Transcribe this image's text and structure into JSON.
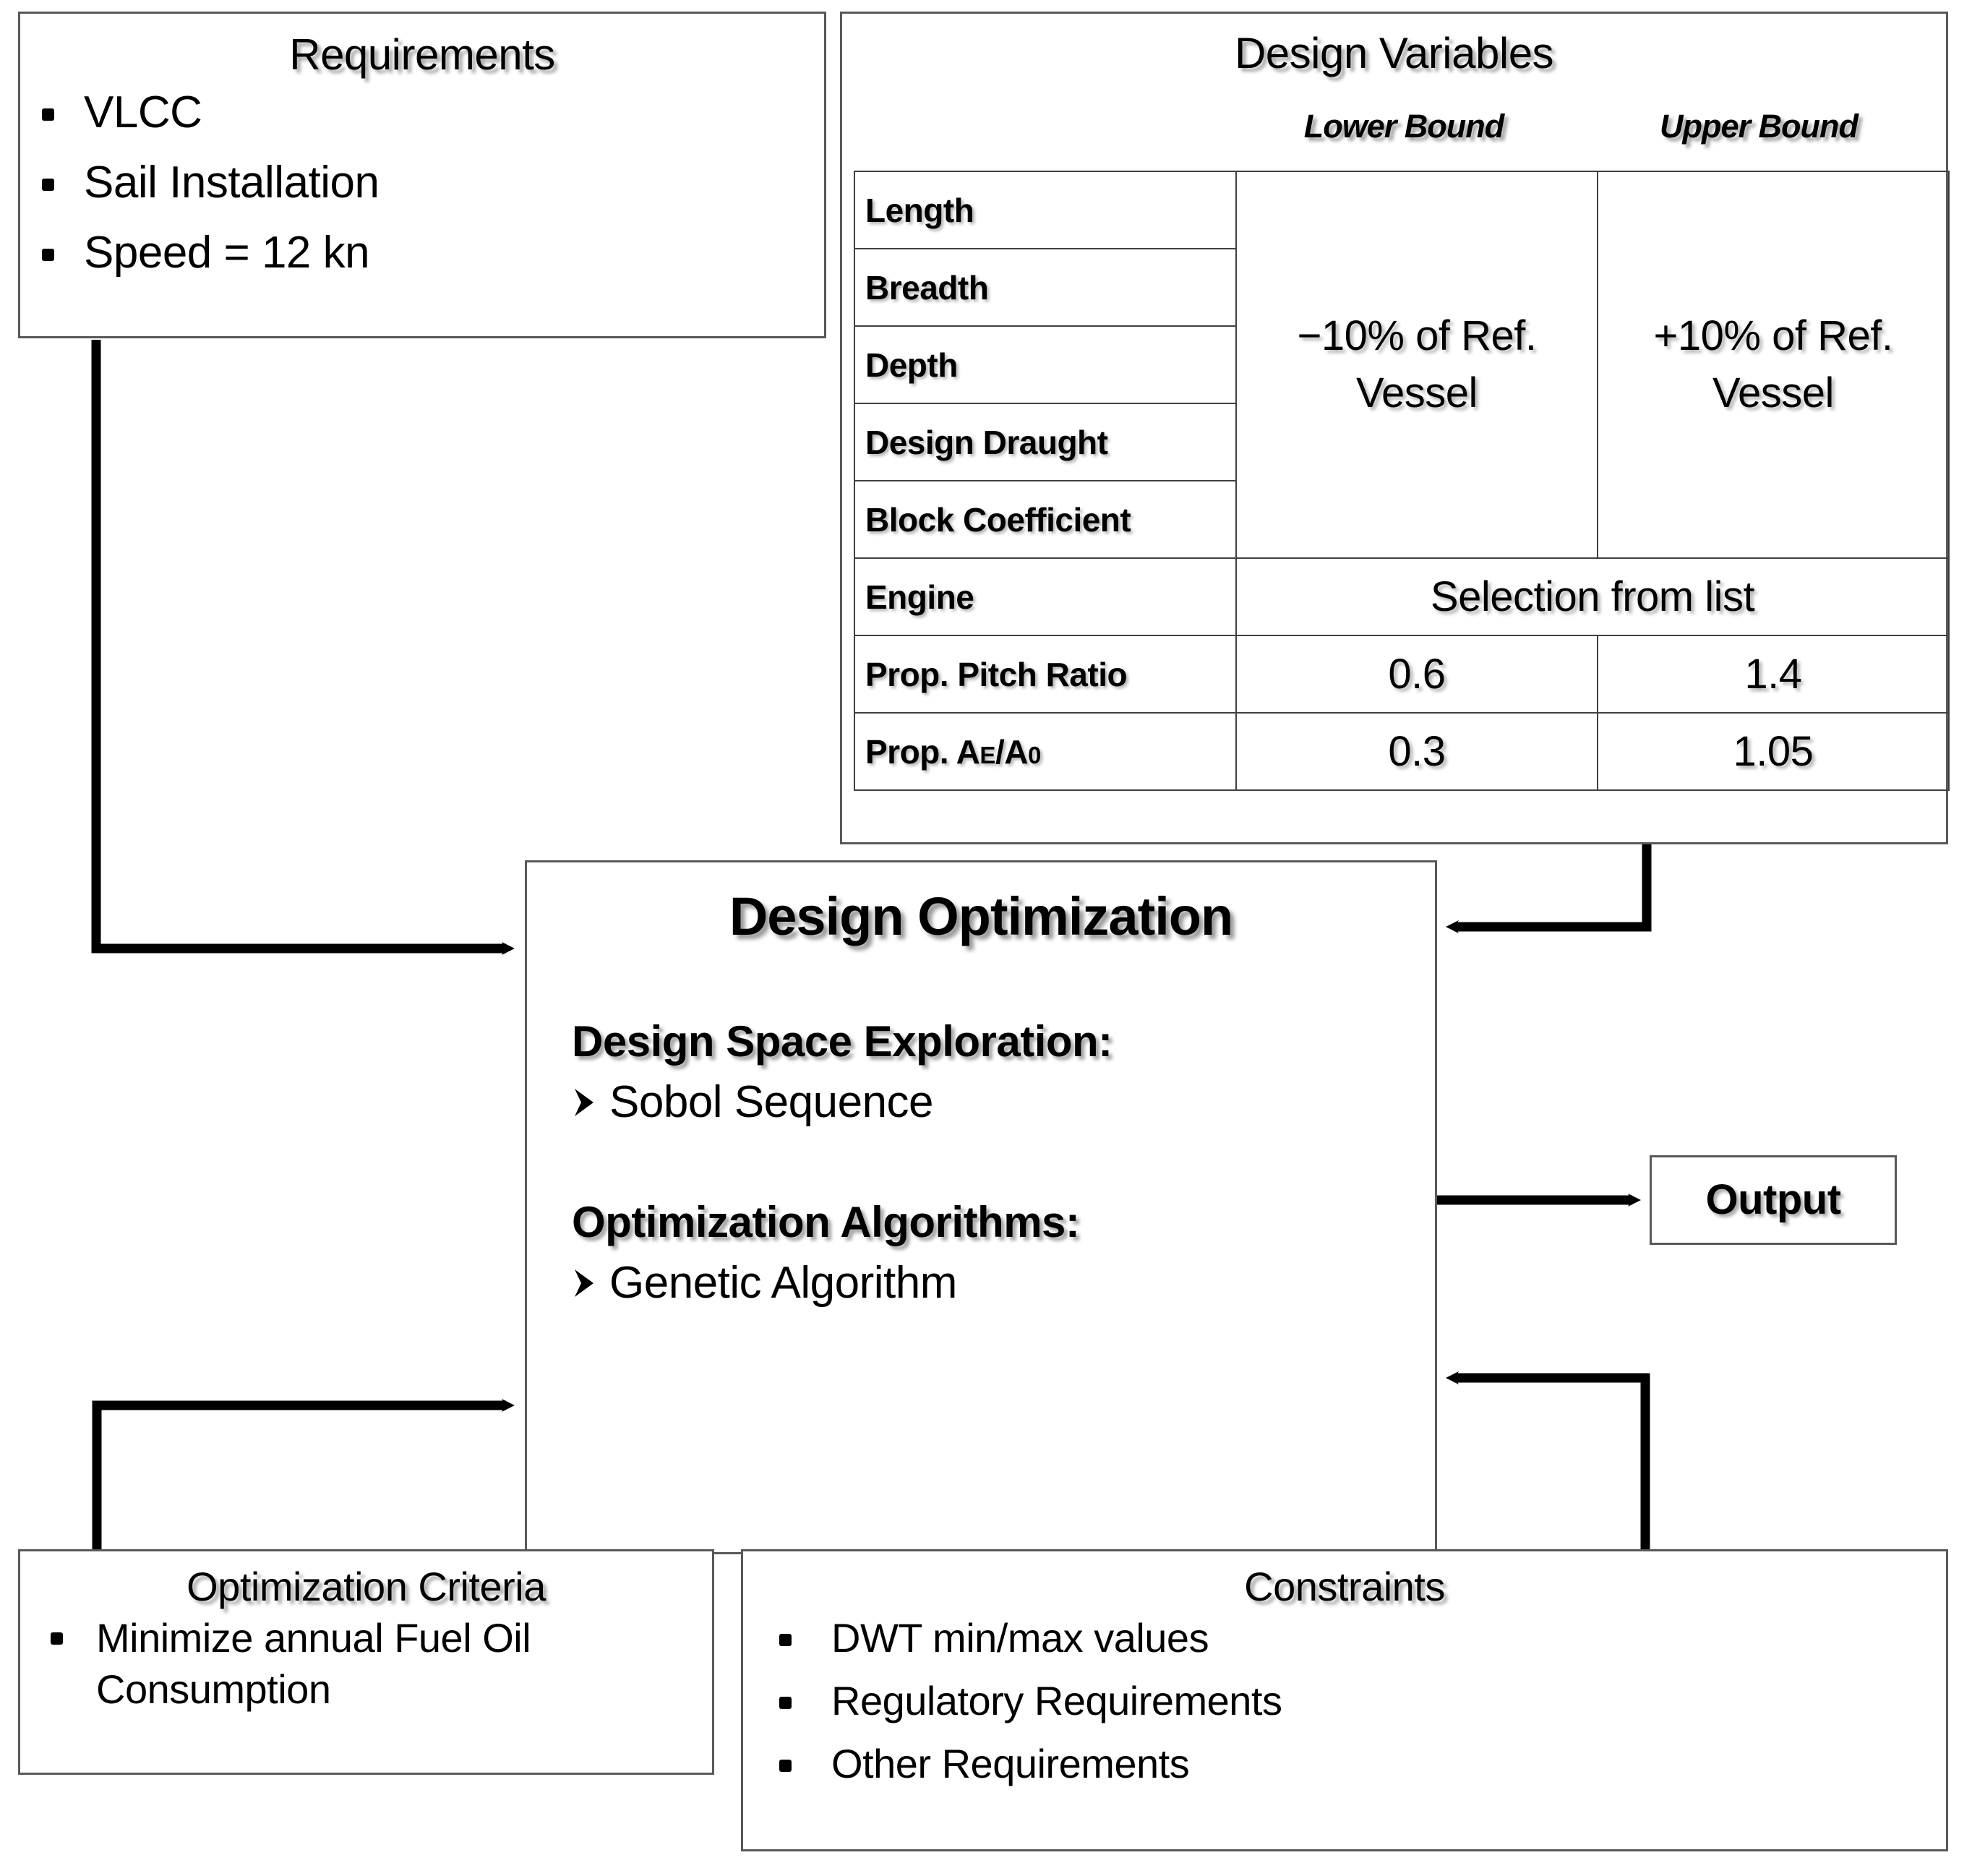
{
  "requirements": {
    "title": "Requirements",
    "items": [
      "VLCC",
      "Sail Installation",
      "Speed = 12 kn"
    ]
  },
  "design_variables": {
    "title": "Design Variables",
    "columns": [
      "",
      "Lower Bound",
      "Upper Bound"
    ],
    "rows": [
      {
        "name": "Length",
        "lower": "",
        "upper": ""
      },
      {
        "name": "Breadth",
        "lower": "",
        "upper": ""
      },
      {
        "name": "Depth",
        "lower": "−10% of Ref. Vessel",
        "upper": "+10% of Ref. Vessel"
      },
      {
        "name": "Design Draught",
        "lower": "",
        "upper": ""
      },
      {
        "name": "Block Coefficient",
        "lower": "",
        "upper": ""
      },
      {
        "name": "Engine",
        "span": "Selection from list"
      },
      {
        "name": "Prop. Pitch Ratio",
        "lower": "0.6",
        "upper": "1.4"
      },
      {
        "name": "Prop. AE/A0",
        "lower": "0.3",
        "upper": "1.05"
      }
    ],
    "merged_lower": "−10% of Ref. Vessel",
    "merged_upper": "+10% of Ref. Vessel",
    "engine_value": "Selection from list",
    "prop_label_prefix": "Prop. A",
    "prop_label_sub1": "E",
    "prop_label_mid": "/A",
    "prop_label_sub2": "0"
  },
  "design_optimization": {
    "title": "Design Optimization",
    "groups": [
      {
        "heading": "Design Space  Exploration:",
        "items": [
          "Sobol Sequence"
        ]
      },
      {
        "heading": "Optimization Algorithms:",
        "items": [
          "Genetic Algorithm"
        ]
      }
    ]
  },
  "output": {
    "label": "Output"
  },
  "optimization_criteria": {
    "title": "Optimization Criteria",
    "items": [
      "Minimize annual  Fuel Oil Consumption"
    ]
  },
  "constraints": {
    "title": "Constraints",
    "items": [
      "DWT min/max values",
      "Regulatory Requirements",
      "Other Requirements"
    ]
  },
  "colors": {
    "box_border": "#595959",
    "table_rule": "#404040",
    "connector": "#000000",
    "background": "#ffffff"
  },
  "connectors": [
    {
      "from": "requirements",
      "to": "design-optimization",
      "style": "elbow-down-right"
    },
    {
      "from": "design-variables",
      "to": "design-optimization",
      "style": "elbow-down-left"
    },
    {
      "from": "design-optimization",
      "to": "output",
      "style": "straight-right"
    },
    {
      "from": "optimization-criteria",
      "to": "design-optimization",
      "style": "elbow-up-right"
    },
    {
      "from": "constraints",
      "to": "design-optimization",
      "style": "elbow-up-left"
    }
  ]
}
